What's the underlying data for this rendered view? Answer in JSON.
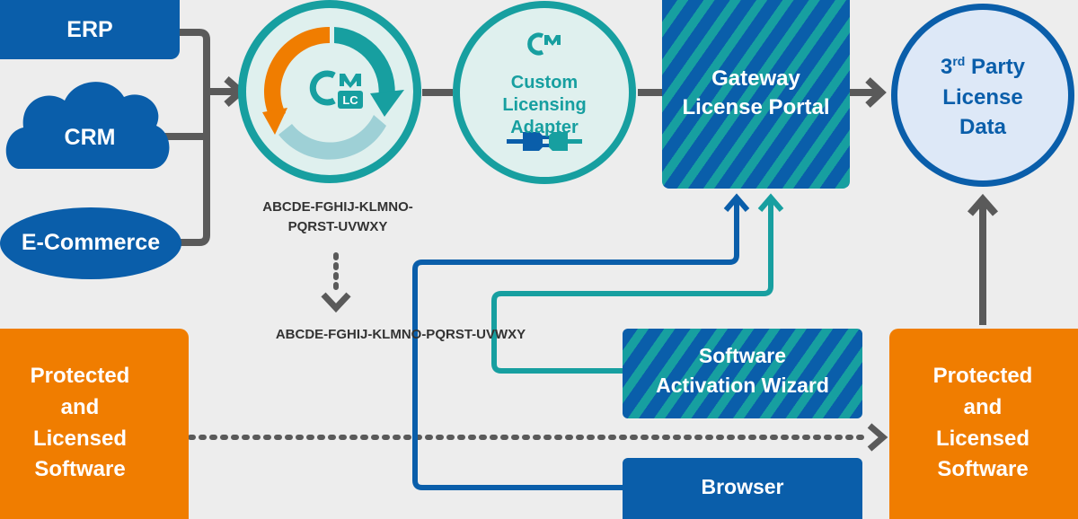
{
  "sources": {
    "erp": "ERP",
    "crm": "CRM",
    "ecommerce": "E-Commerce"
  },
  "license_central": {
    "logo_text": "LC"
  },
  "adapter": {
    "line1": "Custom",
    "line2": "Licensing Adapter"
  },
  "gateway": {
    "line1": "Gateway",
    "line2": "License Portal"
  },
  "third_party": {
    "line1_main": "3",
    "line1_sup": "rd",
    "line1_rest": " Party",
    "line2": "License",
    "line3": "Data"
  },
  "ticket_split": {
    "line1": "ABCDE-FGHIJ-KLMNO-",
    "line2": "PQRST-UVWXY"
  },
  "ticket_full": "ABCDE-FGHIJ-KLMNO-PQRST-UVWXY",
  "activation_wizard": {
    "line1": "Software",
    "line2": "Activation Wizard"
  },
  "browser": "Browser",
  "software_left": [
    "Protected",
    "and",
    "Licensed",
    "Software"
  ],
  "software_right": [
    "Protected",
    "and",
    "Licensed",
    "Software"
  ],
  "colors": {
    "blue": "#0a5eaa",
    "teal": "#179fa0",
    "orange": "#f07d00",
    "gray_arrow": "#5a5a5a",
    "light_circle": "#dde8f7"
  }
}
